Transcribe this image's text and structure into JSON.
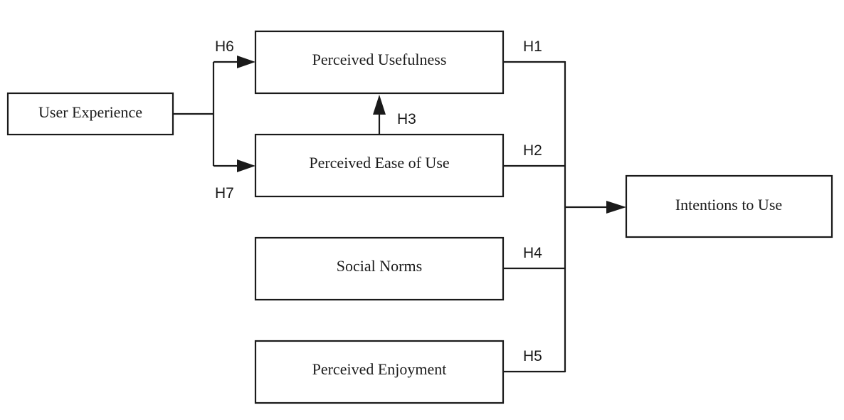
{
  "nodes": {
    "user_experience": "User Experience",
    "perceived_usefulness": "Perceived Usefulness",
    "perceived_ease_of_use": "Perceived Ease of Use",
    "social_norms": "Social Norms",
    "perceived_enjoyment": "Perceived Enjoyment",
    "intentions_to_use": "Intentions to Use"
  },
  "hypotheses": {
    "h1": "H1",
    "h2": "H2",
    "h3": "H3",
    "h4": "H4",
    "h5": "H5",
    "h6": "H6",
    "h7": "H7"
  }
}
